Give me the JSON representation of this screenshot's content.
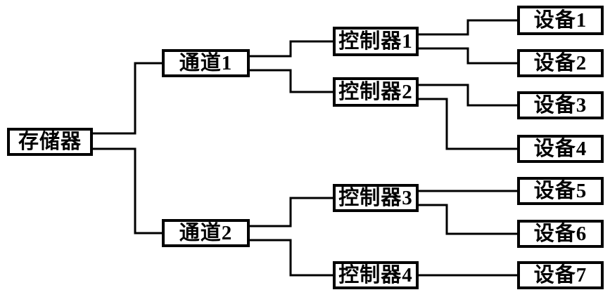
{
  "diagram": {
    "type": "tree",
    "orientation": "left-to-right",
    "colors": {
      "background": "#ffffff",
      "border": "#000000",
      "line": "#000000",
      "text": "#000000"
    },
    "nodes": {
      "memory": {
        "label": "存储器",
        "level": "root"
      },
      "channel1": {
        "label": "通道1",
        "level": "channel"
      },
      "channel2": {
        "label": "通道2",
        "level": "channel"
      },
      "controller1": {
        "label": "控制器1",
        "level": "controller"
      },
      "controller2": {
        "label": "控制器2",
        "level": "controller"
      },
      "controller3": {
        "label": "控制器3",
        "level": "controller"
      },
      "controller4": {
        "label": "控制器4",
        "level": "controller"
      },
      "device1": {
        "label": "设备1",
        "level": "device"
      },
      "device2": {
        "label": "设备2",
        "level": "device"
      },
      "device3": {
        "label": "设备3",
        "level": "device"
      },
      "device4": {
        "label": "设备4",
        "level": "device"
      },
      "device5": {
        "label": "设备5",
        "level": "device"
      },
      "device6": {
        "label": "设备6",
        "level": "device"
      },
      "device7": {
        "label": "设备7",
        "level": "device"
      }
    },
    "edges": [
      {
        "from": "memory",
        "to": "channel1"
      },
      {
        "from": "memory",
        "to": "channel2"
      },
      {
        "from": "channel1",
        "to": "controller1"
      },
      {
        "from": "channel1",
        "to": "controller2"
      },
      {
        "from": "channel2",
        "to": "controller3"
      },
      {
        "from": "channel2",
        "to": "controller4"
      },
      {
        "from": "controller1",
        "to": "device1"
      },
      {
        "from": "controller1",
        "to": "device2"
      },
      {
        "from": "controller2",
        "to": "device3"
      },
      {
        "from": "controller2",
        "to": "device4"
      },
      {
        "from": "controller3",
        "to": "device5"
      },
      {
        "from": "controller3",
        "to": "device6"
      },
      {
        "from": "controller4",
        "to": "device7"
      }
    ]
  }
}
